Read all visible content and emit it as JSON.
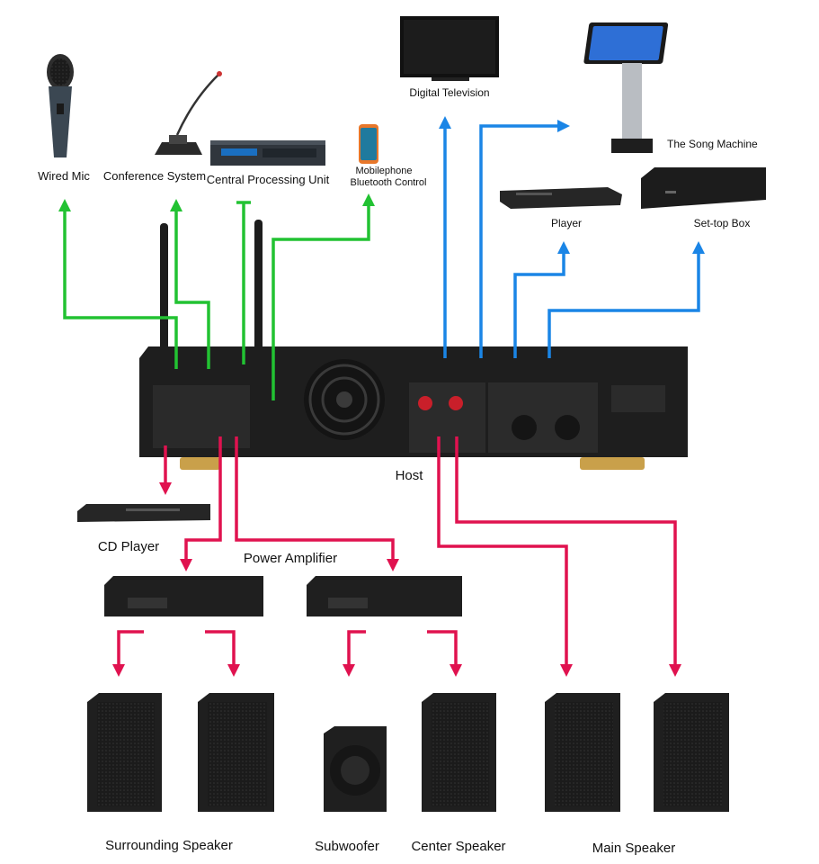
{
  "colors": {
    "green": "#22c232",
    "blue": "#1a85e6",
    "red": "#e0124f",
    "device_dark": "#1e1e1e",
    "panel": "#2a2a2a",
    "gold": "#c9a04a"
  },
  "labels": {
    "wired_mic": "Wired Mic",
    "conference_system": "Conference System",
    "central_processing_unit": "Central Processing Unit",
    "mobilephone_line1": "Mobilephone",
    "mobilephone_line2": "Bluetooth Control",
    "digital_television": "Digital Television",
    "song_machine": "The Song Machine",
    "player": "Player",
    "set_top_box": "Set-top Box",
    "host": "Host",
    "cd_player": "CD Player",
    "power_amplifier": "Power Amplifier",
    "surrounding_speaker": "Surrounding Speaker",
    "subwoofer": "Subwoofer",
    "center_speaker": "Center Speaker",
    "main_speaker": "Main Speaker"
  },
  "icons": [
    "microphone-icon",
    "conference-mic-icon",
    "processor-icon",
    "phone-icon",
    "television-icon",
    "song-machine-icon",
    "player-icon",
    "set-top-box-icon",
    "host-amplifier-icon",
    "cd-player-icon",
    "power-amplifier-icon",
    "speaker-icon",
    "subwoofer-icon"
  ]
}
